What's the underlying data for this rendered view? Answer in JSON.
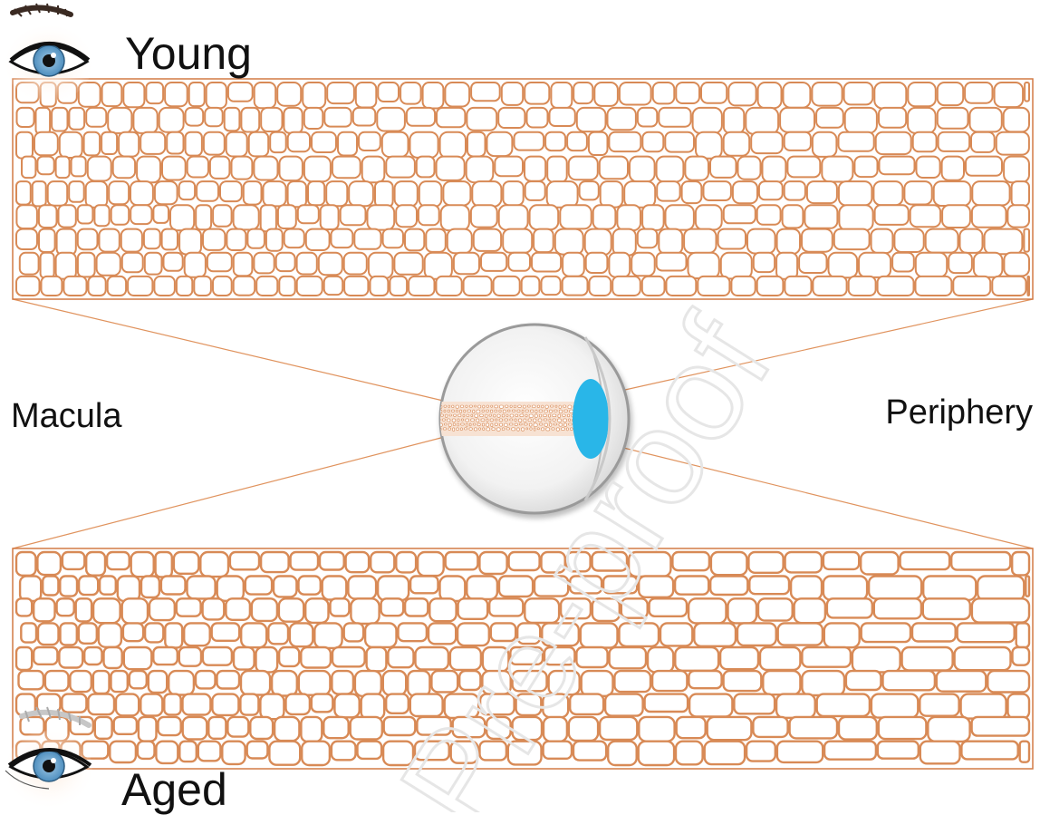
{
  "labels": {
    "young": "Young",
    "aged": "Aged",
    "macula": "Macula",
    "periphery": "Periphery"
  },
  "watermark": "Pre-proof",
  "colors": {
    "cell_wall": "#d88a56",
    "panel_border": "#d27a45",
    "connector_line": "#e0935e",
    "lens": "#29b6e8",
    "iris": "#6aa6cf",
    "watermark": "#e6e6e6"
  },
  "icons": {
    "young_eye": "young-eye-icon",
    "aged_eye": "aged-eye-icon",
    "eyeball": "eyeball-cross-section-icon"
  }
}
